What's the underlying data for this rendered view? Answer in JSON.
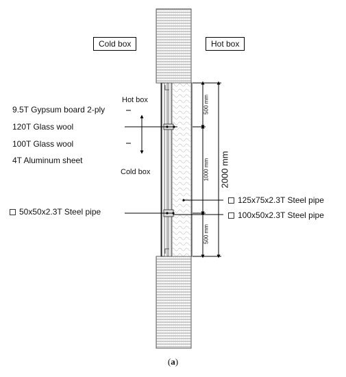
{
  "labels": {
    "cold_box": "Cold box",
    "hot_box": "Hot box",
    "arrow_top": "Hot box",
    "arrow_bottom": "Cold box"
  },
  "layers": [
    "9.5T Gypsum board 2-ply",
    "120T Glass wool",
    "100T Glass wool",
    "4T Aluminum sheet"
  ],
  "pipes": {
    "left": "50x50x2.3T Steel pipe",
    "right_upper": "125x75x2.3T Steel pipe",
    "right_lower": "100x50x2.3T Steel pipe"
  },
  "dimensions": {
    "top": "500 mm",
    "middle": "1000 mm",
    "bottom": "500 mm",
    "total": "2000 mm"
  },
  "caption": {
    "open": "(",
    "letter": "a",
    "close": ")"
  }
}
